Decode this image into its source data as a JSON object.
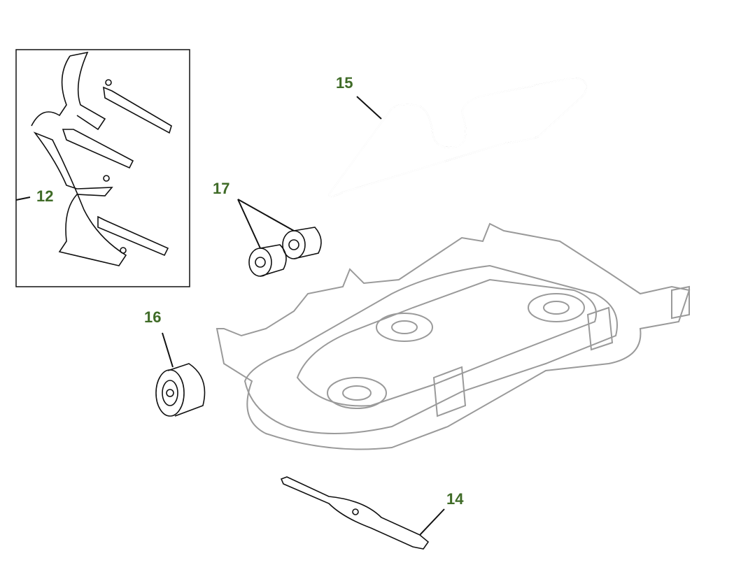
{
  "diagram": {
    "label_color": "#3f6b27",
    "callouts": [
      {
        "id": "12",
        "text": "12",
        "part": "blade-kit-inset"
      },
      {
        "id": "14",
        "text": "14",
        "part": "mower-blade"
      },
      {
        "id": "15",
        "text": "15",
        "part": "drive-belt"
      },
      {
        "id": "16",
        "text": "16",
        "part": "gauge-wheel"
      },
      {
        "id": "17",
        "text": "17",
        "part": "deck-rollers"
      }
    ]
  }
}
